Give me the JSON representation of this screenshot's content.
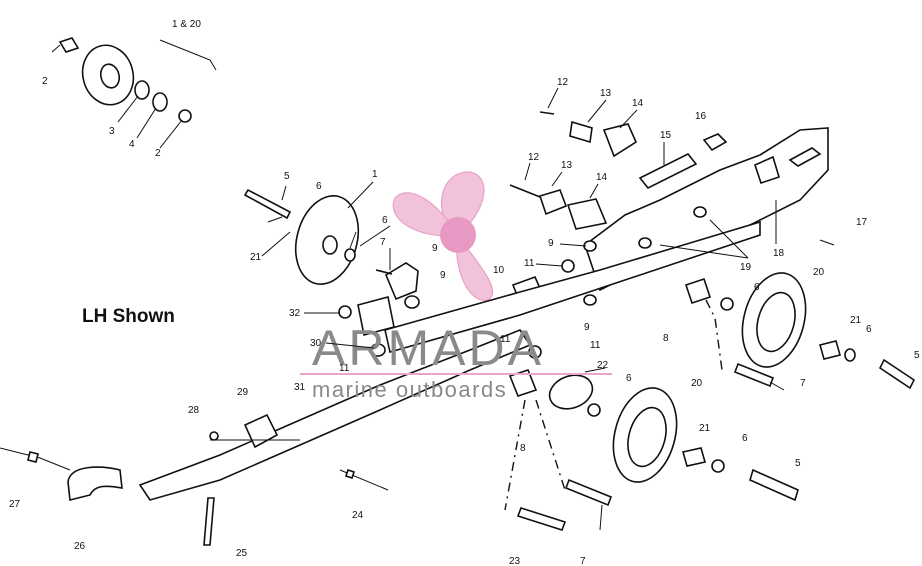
{
  "diagram": {
    "view_label": "LH Shown",
    "callouts": [
      {
        "id": "c-1-20",
        "text": "1 & 20"
      },
      {
        "id": "c-2a",
        "text": "2"
      },
      {
        "id": "c-3",
        "text": "3"
      },
      {
        "id": "c-4",
        "text": "4"
      },
      {
        "id": "c-2b",
        "text": "2"
      },
      {
        "id": "c-5a",
        "text": "5"
      },
      {
        "id": "c-6a",
        "text": "6"
      },
      {
        "id": "c-1",
        "text": "1"
      },
      {
        "id": "c-21a",
        "text": "21"
      },
      {
        "id": "c-6b",
        "text": "6"
      },
      {
        "id": "c-7a",
        "text": "7"
      },
      {
        "id": "c-9a",
        "text": "9"
      },
      {
        "id": "c-9b",
        "text": "9"
      },
      {
        "id": "c-10",
        "text": "10"
      },
      {
        "id": "c-32",
        "text": "32"
      },
      {
        "id": "c-30",
        "text": "30"
      },
      {
        "id": "c-11a",
        "text": "11"
      },
      {
        "id": "c-12a",
        "text": "12"
      },
      {
        "id": "c-13a",
        "text": "13"
      },
      {
        "id": "c-14a",
        "text": "14"
      },
      {
        "id": "c-15",
        "text": "15"
      },
      {
        "id": "c-16",
        "text": "16"
      },
      {
        "id": "c-12b",
        "text": "12"
      },
      {
        "id": "c-13b",
        "text": "13"
      },
      {
        "id": "c-14b",
        "text": "14"
      },
      {
        "id": "c-9c",
        "text": "9"
      },
      {
        "id": "c-11b",
        "text": "11"
      },
      {
        "id": "c-19",
        "text": "19"
      },
      {
        "id": "c-18",
        "text": "18"
      },
      {
        "id": "c-17",
        "text": "17"
      },
      {
        "id": "c-6c",
        "text": "6"
      },
      {
        "id": "c-20a",
        "text": "20"
      },
      {
        "id": "c-8a",
        "text": "8"
      },
      {
        "id": "c-21b",
        "text": "21"
      },
      {
        "id": "c-6d",
        "text": "6"
      },
      {
        "id": "c-5b",
        "text": "5"
      },
      {
        "id": "c-7b",
        "text": "7"
      },
      {
        "id": "c-9d",
        "text": "9"
      },
      {
        "id": "c-11c",
        "text": "11"
      },
      {
        "id": "c-22",
        "text": "22"
      },
      {
        "id": "c-6e",
        "text": "6"
      },
      {
        "id": "c-20b",
        "text": "20"
      },
      {
        "id": "c-8b",
        "text": "8"
      },
      {
        "id": "c-21c",
        "text": "21"
      },
      {
        "id": "c-6f",
        "text": "6"
      },
      {
        "id": "c-5c",
        "text": "5"
      },
      {
        "id": "c-11d",
        "text": "11"
      },
      {
        "id": "c-31",
        "text": "31"
      },
      {
        "id": "c-29",
        "text": "29"
      },
      {
        "id": "c-28",
        "text": "28"
      },
      {
        "id": "c-27",
        "text": "27"
      },
      {
        "id": "c-26",
        "text": "26"
      },
      {
        "id": "c-25",
        "text": "25"
      },
      {
        "id": "c-24",
        "text": "24"
      },
      {
        "id": "c-23",
        "text": "23"
      },
      {
        "id": "c-7c",
        "text": "7"
      }
    ]
  },
  "watermark": {
    "brand": "ARMADA",
    "tagline": "marine outboards",
    "logo_color": "#e9a6c6",
    "text_color": "#8a8a8a"
  }
}
